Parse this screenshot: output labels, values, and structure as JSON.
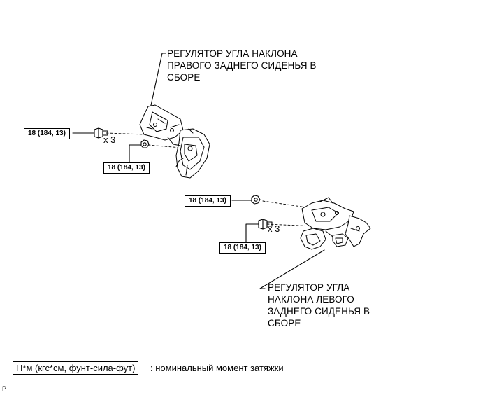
{
  "callouts": {
    "right_regulator": "РЕГУЛЯТОР УГЛА НАКЛОНА\nПРАВОГО ЗАДНЕГО СИДЕНЬЯ В\nСБОРЕ",
    "left_regulator": "РЕГУЛЯТОР УГЛА\nНАКЛОНА ЛЕВОГО\nЗАДНЕГО СИДЕНЬЯ В\nСБОРЕ"
  },
  "torque_specs": {
    "upper_bolt": "18 (184, 13)",
    "upper_nut": "18 (184, 13)",
    "lower_nut": "18 (184, 13)",
    "lower_bolt": "18 (184, 13)"
  },
  "multipliers": {
    "upper": "x 3",
    "lower": "x 3"
  },
  "legend": {
    "unit_label": "Н*м (кгс*см, фунт-сила-фут)",
    "description": ": номинальный момент затяжки"
  },
  "corner_mark": "P"
}
